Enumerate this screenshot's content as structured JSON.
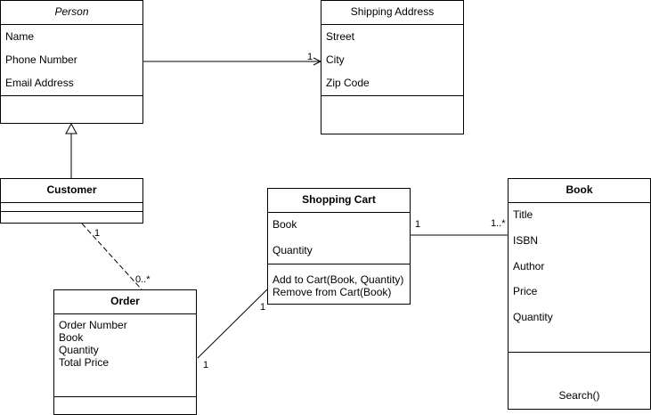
{
  "classes": {
    "person": {
      "name": "Person",
      "attributes": [
        "Name",
        "Phone Number",
        "Email Address"
      ]
    },
    "shipping_address": {
      "name": "Shipping Address",
      "attributes": [
        "Street",
        "City",
        "Zip Code"
      ]
    },
    "customer": {
      "name": "Customer"
    },
    "order": {
      "name": "Order",
      "attributes": [
        "Order Number",
        "Book",
        "Quantity",
        "Total Price"
      ]
    },
    "shopping_cart": {
      "name": "Shopping Cart",
      "attributes": [
        "Book",
        "Quantity"
      ],
      "methods": [
        "Add to Cart(Book, Quantity)",
        "Remove from Cart(Book)"
      ]
    },
    "book": {
      "name": "Book",
      "attributes": [
        "Title",
        "ISBN",
        "Author",
        "Price",
        "Quantity"
      ],
      "methods": [
        "Search()"
      ]
    }
  },
  "multiplicities": {
    "person_shipping_target": "1",
    "customer_order_source": "1",
    "customer_order_target": "0..*",
    "order_cart_source": "1",
    "order_cart_target": "1",
    "cart_book_source": "1",
    "cart_book_target": "1..*"
  }
}
